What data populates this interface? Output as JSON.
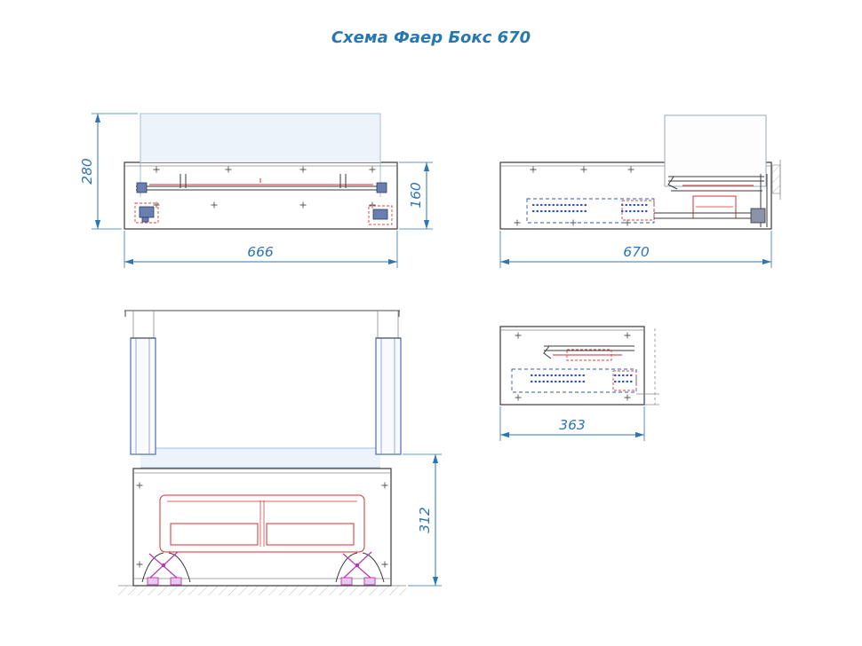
{
  "title": "Схема Фаер Бокс 670",
  "dimensions": {
    "front_height": "280",
    "front_inner_height": "160",
    "front_width": "666",
    "side_depth": "670",
    "side_compact_depth": "363",
    "open_height": "312"
  },
  "colors": {
    "dimension_blue": "#2e75b6",
    "title_blue": "#2878b0",
    "outline_gray": "#474747",
    "accent_red": "#d03030",
    "accent_magenta": "#b535b5",
    "slide_blue": "#3355bb",
    "panel_light_blue": "#a8c0dc"
  }
}
